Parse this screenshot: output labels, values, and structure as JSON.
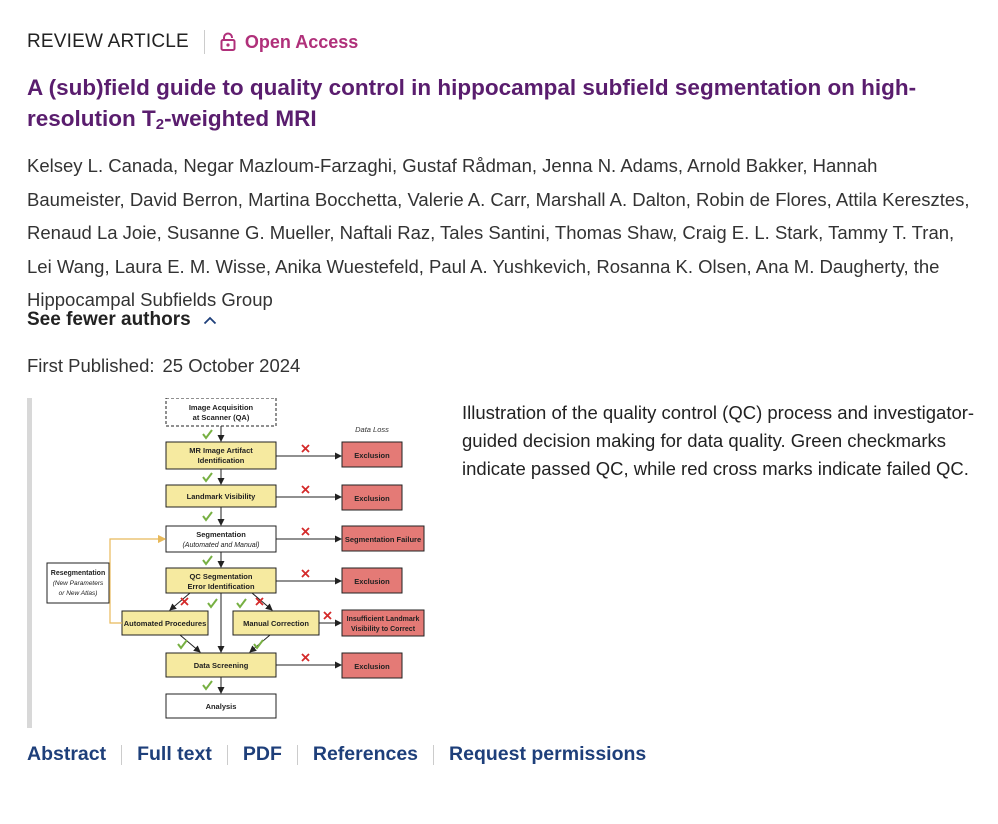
{
  "header": {
    "article_type": "REVIEW ARTICLE",
    "access_label": "Open Access",
    "lock_icon": "lock-icon"
  },
  "article": {
    "title_part1": "A (sub)field guide to quality control in hippocampal subfield segmentation on high-resolution T",
    "title_sub": "2",
    "title_part2": "-weighted MRI",
    "authors": "Kelsey L. Canada, Negar Mazloum-Farzaghi, Gustaf Rådman, Jenna N. Adams, Arnold Bakker, Hannah Baumeister, David Berron, Martina Bocchetta, Valerie A. Carr, Marshall A. Dalton, Robin de Flores, Attila Keresztes, Renaud La Joie, Susanne G. Mueller, Naftali Raz, Tales Santini, Thomas Shaw, Craig E. L. Stark, Tammy T. Tran, Lei Wang, Laura E. M. Wisse, Anika Wuestefeld, Paul A. Yushkevich, Rosanna K. Olsen, Ana M. Daugherty, the Hippocampal Subfields Group",
    "see_fewer_label": "See fewer authors",
    "published_label": "First Published:",
    "published_date": "25 October 2024"
  },
  "figure": {
    "data_loss_label": "Data Loss",
    "acquisition_line1": "Image Acquisition",
    "acquisition_line2": "at Scanner (QA)",
    "mr_artifact_line1": "MR Image Artifact",
    "mr_artifact_line2": "Identification",
    "landmark": "Landmark Visibility",
    "segmentation_line1": "Segmentation",
    "segmentation_line2": "(Automated and Manual)",
    "qc_seg_line1": "QC Segmentation",
    "qc_seg_line2": "Error Identification",
    "automated": "Automated Procedures",
    "manual": "Manual Correction",
    "screening": "Data Screening",
    "analysis": "Analysis",
    "exclusion": "Exclusion",
    "seg_failure": "Segmentation Failure",
    "insufficient_line1": "Insufficient Landmark",
    "insufficient_line2": "Visibility to Correct",
    "reseg_line1": "Resegmentation",
    "reseg_line2": "(New Parameters",
    "reseg_line3": "or New Atlas)",
    "colors": {
      "yellow": "#f6eaa0",
      "red": "#e47a76",
      "check": "#77b043",
      "cross": "#d42a2a",
      "reseg_arrow": "#e8b95a"
    }
  },
  "caption": "Illustration of the quality control (QC) process and investigator-guided decision making for data quality. Green checkmarks indicate passed QC, while red cross marks indicate failed QC.",
  "links": {
    "abstract": "Abstract",
    "full_text": "Full text",
    "pdf": "PDF",
    "references": "References",
    "permissions": "Request permissions"
  },
  "colors": {
    "title": "#5a1d6e",
    "open_access": "#b0307a",
    "link": "#1e3f7a"
  }
}
